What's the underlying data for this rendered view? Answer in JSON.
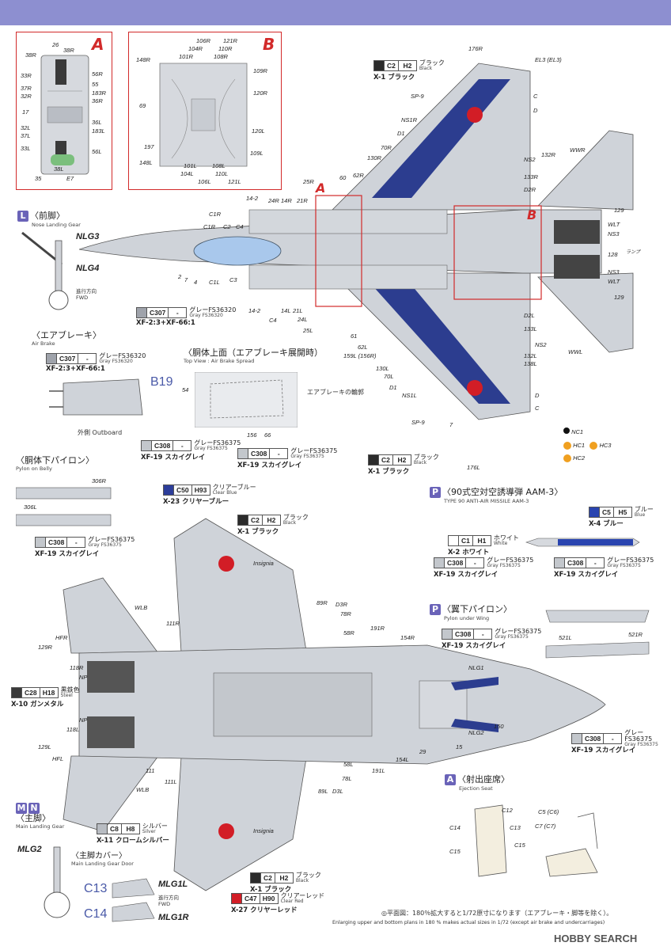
{
  "detail_a": {
    "letter": "A",
    "labels": [
      "26",
      "38R",
      "38R",
      "33R",
      "56R",
      "55",
      "37R",
      "183R",
      "32R",
      "36R",
      "17",
      "36L",
      "32L",
      "183L",
      "37L",
      "33L",
      "56L",
      "38L",
      "35",
      "E7"
    ]
  },
  "detail_b": {
    "letter": "B",
    "labels": [
      "106R",
      "121R",
      "104R",
      "110R",
      "101R",
      "108R",
      "148R",
      "109R",
      "120R",
      "69",
      "120L",
      "197",
      "109L",
      "148L",
      "101L",
      "104L",
      "108L",
      "110L",
      "106L",
      "121L"
    ]
  },
  "top_view": {
    "frame_a": "A",
    "frame_b": "B",
    "labels": [
      "176R",
      "EL3 (EL3)",
      "SP-9",
      "NS1R",
      "D1",
      "70R",
      "130R",
      "C",
      "D",
      "132R",
      "NS2",
      "133R",
      "D2R",
      "60",
      "62R",
      "25R",
      "14-2",
      "24R",
      "14R",
      "21R",
      "C1R",
      "C1R",
      "C2",
      "C4",
      "WWR",
      "129",
      "WLT",
      "NS3",
      "128",
      "NS3",
      "WLT",
      "129",
      "C1L",
      "C3",
      "2",
      "7",
      "4",
      "14-2",
      "C4",
      "14L",
      "21L",
      "24L",
      "25L",
      "61",
      "62L",
      "159L (156R)",
      "130L",
      "70L",
      "D1",
      "NS1L",
      "SP-9",
      "7",
      "D2L",
      "133L",
      "NS2",
      "132L",
      "138L",
      "D",
      "C",
      "176L",
      "WWL"
    ],
    "lamp_128": "ランプ"
  },
  "colors": {
    "black_top": {
      "code": "C2",
      "h": "H2",
      "jp": "ブラック",
      "en": "Black",
      "x": "X-1 ブラック",
      "hex": "#2b2b2b"
    },
    "gray_36320": {
      "code": "C307",
      "h": "-",
      "jp": "グレーFS36320",
      "en": "Gray FS36320",
      "x": "XF-2:3+XF-66:1",
      "hex": "#9fa3ab"
    },
    "black_bottom": {
      "code": "C2",
      "h": "H2",
      "jp": "ブラック",
      "en": "Black",
      "x": "X-1 ブラック",
      "hex": "#2b2b2b"
    },
    "gray_airbrake": {
      "code": "C307",
      "h": "-",
      "jp": "グレーFS36320",
      "en": "Gray FS36320",
      "x": "XF-2:3+XF-66:1",
      "hex": "#9fa3ab"
    },
    "gray_375_a": {
      "code": "C308",
      "h": "-",
      "jp": "グレーFS36375",
      "en": "Gray FS36375",
      "x": "XF-19 スカイグレイ",
      "hex": "#c3c7cc"
    },
    "gray_375_b": {
      "code": "C308",
      "h": "-",
      "jp": "グレーFS36375",
      "en": "Gray FS36375",
      "x": "XF-19 スカイグレイ",
      "hex": "#c3c7cc"
    },
    "clear_blue": {
      "code": "C50",
      "h": "H93",
      "jp": "クリアーブルー",
      "en": "Clear Blue",
      "x": "X-23 クリヤーブルー",
      "hex": "#2c3d9a"
    },
    "black_wing": {
      "code": "C2",
      "h": "H2",
      "jp": "ブラック",
      "en": "Black",
      "x": "X-1 ブラック",
      "hex": "#2b2b2b"
    },
    "gray_pylon": {
      "code": "C308",
      "h": "-",
      "jp": "グレーFS36375",
      "en": "Gray FS36375",
      "x": "XF-19 スカイグレイ",
      "hex": "#c3c7cc"
    },
    "steel": {
      "code": "C28",
      "h": "H18",
      "jp": "黒鉄色",
      "en": "Steel",
      "x": "X-10 ガンメタル",
      "hex": "#3a3a3a"
    },
    "blue_missile": {
      "code": "C5",
      "h": "H5",
      "jp": "ブルー",
      "en": "Blue",
      "x": "X-4 ブルー",
      "hex": "#2a45b0"
    },
    "white_missile": {
      "code": "C1",
      "h": "H1",
      "jp": "ホワイト",
      "en": "White",
      "x": "X-2 ホワイト",
      "hex": "#ffffff"
    },
    "gray_missile_a": {
      "code": "C308",
      "h": "-",
      "jp": "グレーFS36375",
      "en": "Gray FS36375",
      "x": "XF-19 スカイグレイ",
      "hex": "#c3c7cc"
    },
    "gray_missile_b": {
      "code": "C308",
      "h": "-",
      "jp": "グレーFS36375",
      "en": "Gray FS36375",
      "x": "XF-19 スカイグレイ",
      "hex": "#c3c7cc"
    },
    "gray_wing_pylon": {
      "code": "C308",
      "h": "-",
      "jp": "グレーFS36375",
      "en": "Gray FS36375",
      "x": "XF-19 スカイグレイ",
      "hex": "#c3c7cc"
    },
    "gray_bottom_nose": {
      "code": "C308",
      "h": "-",
      "jp": "グレーFS36375",
      "en": "Gray FS36375",
      "x": "XF-19 スカイグレイ",
      "hex": "#c3c7cc"
    },
    "silver": {
      "code": "C8",
      "h": "H8",
      "jp": "シルバー",
      "en": "Silver",
      "x": "X-11 クロームシルバー",
      "hex": "#b8bcc2"
    },
    "black_wing2": {
      "code": "C2",
      "h": "H2",
      "jp": "ブラック",
      "en": "Black",
      "x": "X-1 ブラック",
      "hex": "#2b2b2b"
    },
    "clear_red": {
      "code": "C47",
      "h": "H90",
      "jp": "クリアーレッド",
      "en": "Clear Red",
      "x": "X-27 クリヤーレッド",
      "hex": "#d21d26"
    }
  },
  "sections": {
    "nose_gear": {
      "pill": "L",
      "jp": "〈前脚〉",
      "en": "Nose Landing Gear",
      "parts": [
        "NLG3",
        "NLG4"
      ],
      "fwd_jp": "進行方向",
      "fwd_en": "FWD"
    },
    "air_brake": {
      "jp": "〈エアブレーキ〉",
      "en": "Air Brake",
      "outboard": "外側 Outboard"
    },
    "air_brake_top": {
      "jp": "〈胴体上面（エアブレーキ展開時）",
      "en": "Top View : Air Brake Spread",
      "b19": "B19",
      "labels": [
        "54",
        "156",
        "66"
      ],
      "outline": "エアブレーキの輪郭"
    },
    "belly_pylon": {
      "jp": "〈胴体下パイロン〉",
      "en": "Pylon on Belly",
      "labels": [
        "306R",
        "306L"
      ]
    },
    "aam3": {
      "pill": "P",
      "jp": "〈90式空対空誘導弾 AAM-3〉",
      "en": "TYPE 90 ANTI-AIR MISSILE AAM-3"
    },
    "wing_pylon": {
      "pill": "P",
      "jp": "〈翼下パイロン〉",
      "en": "Pylon under Wing",
      "labels": [
        "521L",
        "521R"
      ]
    },
    "seat": {
      "pill": "A",
      "jp": "〈射出座席〉",
      "en": "Ejection Seat",
      "labels": [
        "C12",
        "C14",
        "C13",
        "C15",
        "C15",
        "C5 (C6)",
        "C7 (C7)"
      ]
    },
    "main_gear": {
      "pills": [
        "M",
        "N"
      ],
      "jp": "〈主脚〉",
      "en": "Main Landing Gear",
      "part": "MLG2",
      "door_jp": "〈主脚カバー〉",
      "door_en": "Main Landing Gear Door",
      "c13": "C13",
      "c14": "C14",
      "mlg1l": "MLG1L",
      "mlg1r": "MLG1R",
      "fwd_jp": "進行方向",
      "fwd_en": "FWD"
    }
  },
  "bottom_view": {
    "labels": [
      "Insignia",
      "WLB",
      "111R",
      "89R",
      "D3R",
      "78R",
      "58R",
      "191R",
      "154R",
      "HFR",
      "129R",
      "118R",
      "NP",
      "NP",
      "NLG1",
      "118L",
      "NLG2",
      "150",
      "129L",
      "HFL",
      "111",
      "111L",
      "29",
      "15",
      "154L",
      "191L",
      "58L",
      "78L",
      "89L",
      "D3L",
      "WLB",
      "Insignia"
    ]
  },
  "legend": {
    "nc1": "NC1",
    "hc1": "HC1",
    "hc2": "HC2",
    "hc3": "HC3"
  },
  "note_jp": "◎平面図：180％拡大すると1/72原寸になります（エアブレーキ・脚等を除く）。",
  "note_en": "Enlarging upper and bottom plans in 180 % makes actual sizes in 1/72 (except air brake and undercarriages)",
  "watermark": "HOBBY SEARCH"
}
